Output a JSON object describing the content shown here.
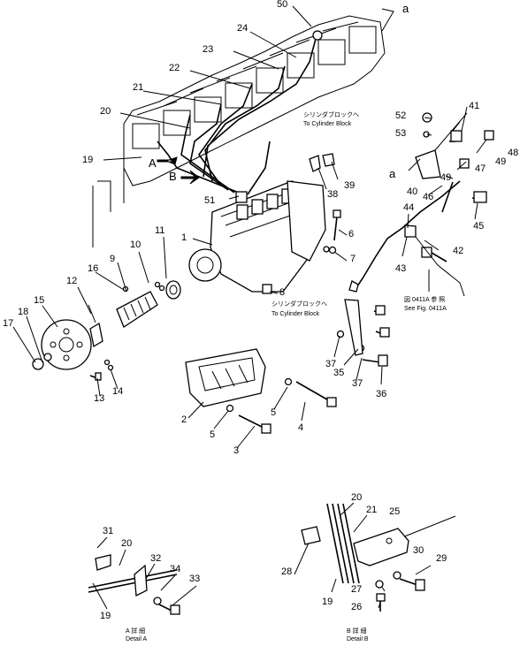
{
  "labels": {
    "n50": "50",
    "a_top": "a",
    "n24": "24",
    "n23": "23",
    "n22": "22",
    "n21": "21",
    "n20": "20",
    "n19": "19",
    "A": "A",
    "B": "B",
    "n51": "51",
    "n38": "38",
    "n39": "39",
    "n52": "52",
    "n53": "53",
    "n41": "41",
    "n48": "48",
    "n49a": "49",
    "n47": "47",
    "a_mid": "a",
    "n40": "40",
    "n46": "46",
    "n49b": "49",
    "n45": "45",
    "n44": "44",
    "n42": "42",
    "n43": "43",
    "n6": "6",
    "n7": "7",
    "n1": "1",
    "n11": "11",
    "n10": "10",
    "n9": "9",
    "n16": "16",
    "n12": "12",
    "n15": "15",
    "n18": "18",
    "n17": "17",
    "n8": "8",
    "n37a": "37",
    "n35": "35",
    "n37b": "37",
    "n36": "36",
    "n13": "13",
    "n14": "14",
    "n2": "2",
    "n5a": "5",
    "n5b": "5",
    "n4": "4",
    "n3": "3",
    "n31": "31",
    "n20a": "20",
    "n32": "32",
    "n34": "34",
    "n33": "33",
    "n19a": "19",
    "n20b": "20",
    "n21b": "21",
    "n25": "25",
    "n28": "28",
    "n30": "30",
    "n29": "29",
    "n27": "27",
    "n19b": "19",
    "n26": "26"
  },
  "notes": {
    "cyl_block_top_jp": "シリンダブロックへ",
    "cyl_block_top_en": "To Cylinder Block",
    "cyl_block_mid_jp": "シリンダブロックへ",
    "cyl_block_mid_en": "To Cylinder Block",
    "see_fig_jp": "図 0411A 参 照",
    "see_fig_en": "See Fig. 0411A",
    "detail_a_jp": "A 詳 細",
    "detail_a_en": "Detail A",
    "detail_b_jp": "B 詳 細",
    "detail_b_en": "Detail B"
  }
}
